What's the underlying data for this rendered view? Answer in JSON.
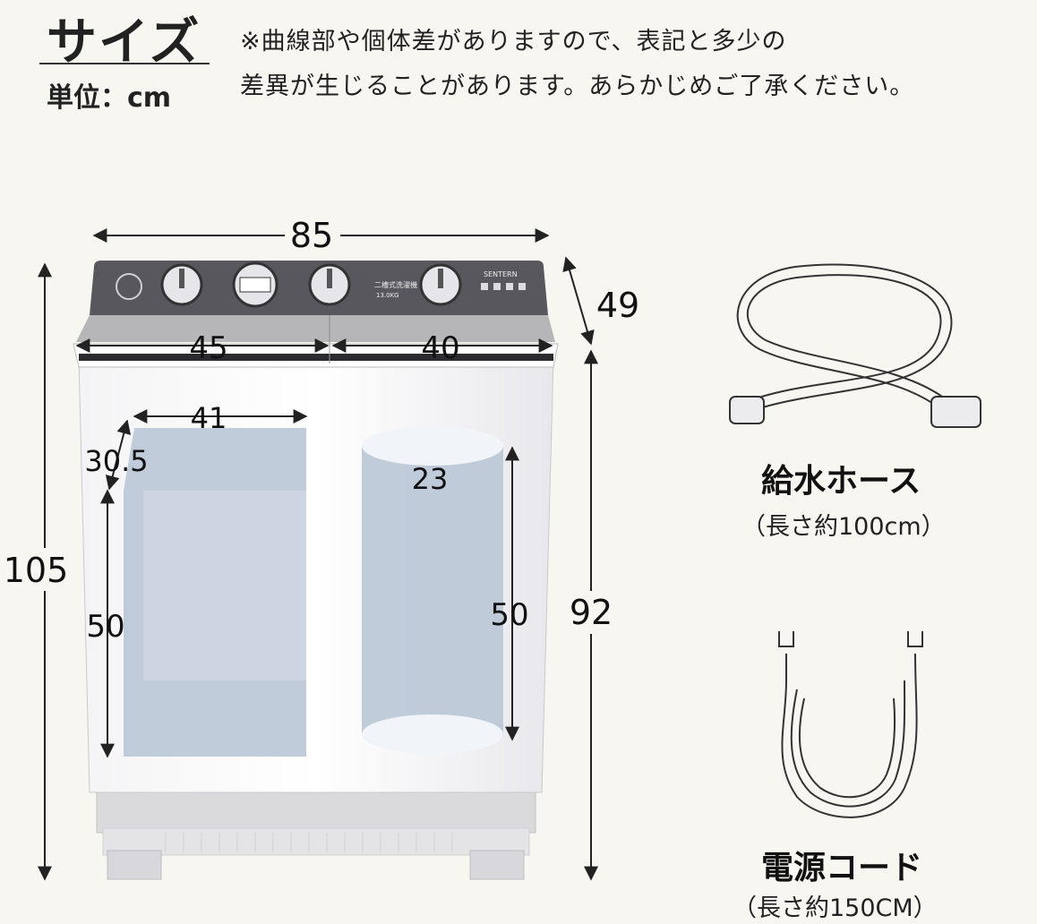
{
  "header": {
    "title": "サイズ",
    "unit": "単位：cm",
    "note_line1": "※曲線部や個体差がありますので、表記と多少の",
    "note_line2": "差異が生じることがあります。あらかじめご了承ください。"
  },
  "dimensions": {
    "width_total": "85",
    "depth": "49",
    "height_total": "105",
    "body_height": "92",
    "top_left": "45",
    "top_right": "40",
    "wash_tub_width": "41",
    "wash_tub_depth": "30.5",
    "wash_tub_height": "50",
    "spin_tub_diameter": "23",
    "spin_tub_height": "50"
  },
  "panel": {
    "brand": "SENTERN",
    "model_text": "二槽式洗濯機",
    "capacity": "13.0KG"
  },
  "accessories": [
    {
      "name": "給水ホース",
      "length": "（長さ約100cm）",
      "icon": "hose-icon"
    },
    {
      "name": "電源コード",
      "length": "（長さ約150CM）",
      "icon": "power-cord-icon"
    }
  ],
  "colors": {
    "background": "#f8f6f1",
    "panel": "#5a5a60",
    "tub_fill": "#b9c7d6",
    "body": "#ececef"
  }
}
